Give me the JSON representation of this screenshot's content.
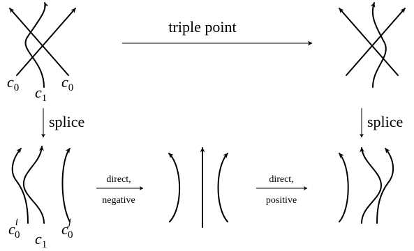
{
  "labels": {
    "triple_point": "triple point",
    "splice_left": "splice",
    "splice_right": "splice",
    "move1_line1": "direct,",
    "move1_line2": "negative",
    "move2_line1": "direct,",
    "move2_line2": "positive"
  },
  "strand_labels": {
    "top_left": {
      "base": "c",
      "sub": "0"
    },
    "top_mid": {
      "base": "c",
      "sub": "1"
    },
    "top_right": {
      "base": "c",
      "sub": "0"
    },
    "bot_left": {
      "base": "c",
      "sub": "0",
      "sup": "i"
    },
    "bot_mid": {
      "base": "c",
      "sub": "1"
    },
    "bot_right": {
      "base": "c",
      "sub": "0",
      "sup": "j"
    }
  }
}
